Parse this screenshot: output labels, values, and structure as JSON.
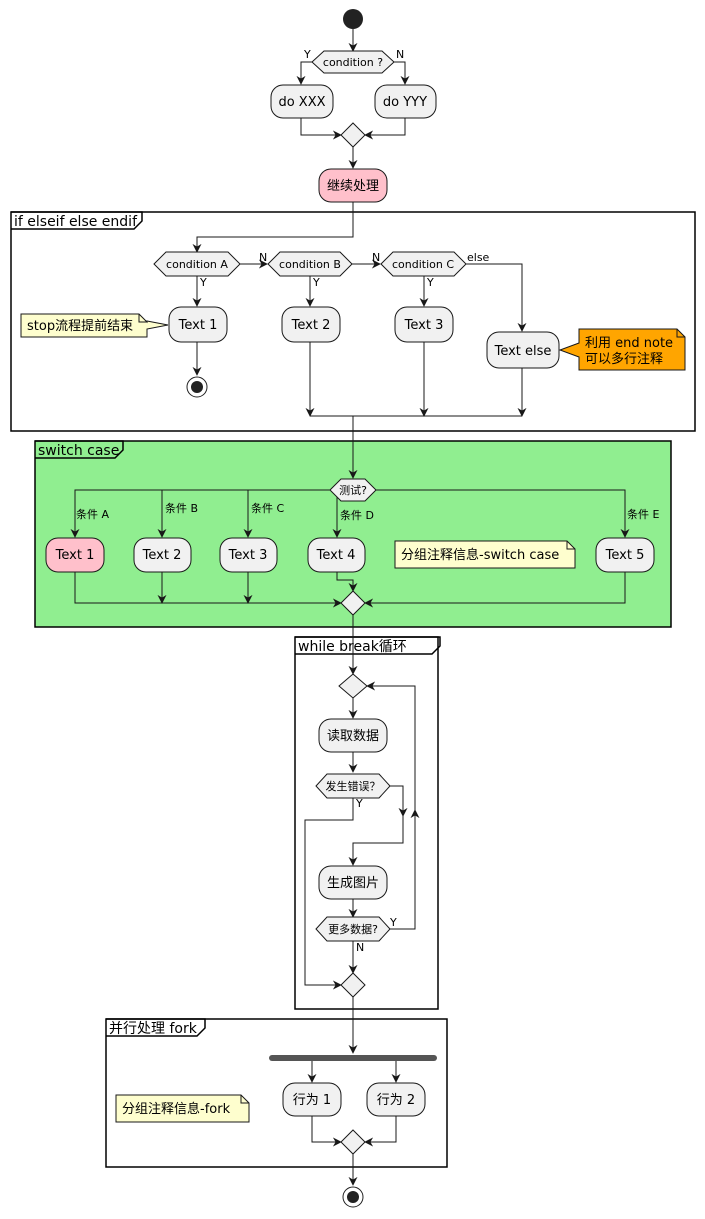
{
  "colors": {
    "node_fill": "#F1F1F1",
    "node_stroke": "#181818",
    "highlight_fill": "#FFC0CB",
    "switch_group_fill": "#90EE90",
    "note_fill": "#FEFECE",
    "orange_note_fill": "#FFA500"
  },
  "top": {
    "condition": "condition ?",
    "yes": "Y",
    "no": "N",
    "do_xxx": "do XXX",
    "do_yyy": "do YYY",
    "continue": "继续处理"
  },
  "if_group": {
    "title": "if elseif else endif",
    "cond_a": "condition A",
    "cond_b": "condition B",
    "cond_c": "condition C",
    "yes": "Y",
    "no": "N",
    "else": "else",
    "text1": "Text 1",
    "text2": "Text 2",
    "text3": "Text 3",
    "text_else": "Text else",
    "note_stop": "stop流程提前结束",
    "note_end_line1": "利用 end note",
    "note_end_line2": "可以多行注释"
  },
  "switch_group": {
    "title": "switch case",
    "test": "测试?",
    "case_a": "条件 A",
    "case_b": "条件 B",
    "case_c": "条件 C",
    "case_d": "条件 D",
    "case_e": "条件 E",
    "text1": "Text 1",
    "text2": "Text 2",
    "text3": "Text 3",
    "text4": "Text 4",
    "text5": "Text 5",
    "note": "分组注释信息-switch case"
  },
  "while_group": {
    "title": "while break循环",
    "read": "读取数据",
    "error": "发生错误？",
    "error_yes": "Y",
    "generate": "生成图片",
    "more": "更多数据?",
    "more_yes": "Y",
    "more_no": "N"
  },
  "fork_group": {
    "title": "并行处理 fork",
    "action1": "行为 1",
    "action2": "行为 2",
    "note": "分组注释信息-fork"
  }
}
